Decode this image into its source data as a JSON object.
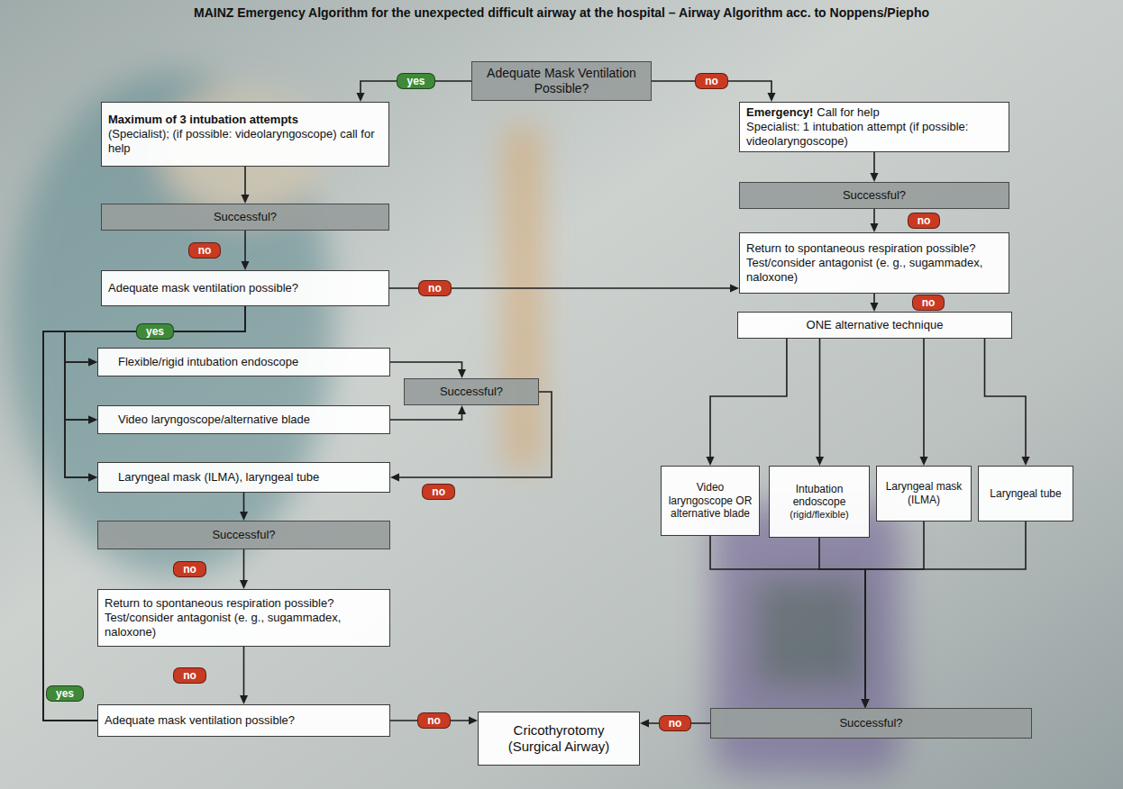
{
  "diagram": {
    "title": "MAINZ Emergency Algorithm for the unexpected difficult airway at the hospital – Airway Algorithm acc. to Noppens/Piepho",
    "nodes": [
      {
        "text": [
          "Adequate Mask Ventilation Possible?"
        ]
      },
      {
        "text": [
          "Maximum of 3 intubation attempts",
          "(Specialist); (if possible: videolaryngoscope) call for help"
        ]
      },
      {
        "text": [
          "Emergency!",
          "Call for help",
          "Specialist: 1 intubation attempt (if possible: videolaryngoscope)"
        ]
      },
      {
        "text": [
          "Successful?"
        ]
      },
      {
        "text": [
          "Successful?"
        ]
      },
      {
        "text": [
          "Adequate mask ventilation possible?"
        ]
      },
      {
        "text": [
          "Return to spontaneous respiration possible? Test/consider antagonist (e. g., sugammadex, naloxone)"
        ]
      },
      {
        "text": [
          "ONE alternative technique"
        ]
      },
      {
        "text": [
          "Flexible/rigid intubation endoscope"
        ]
      },
      {
        "text": [
          "Successful?"
        ]
      },
      {
        "text": [
          "Video laryngoscope/alternative blade"
        ]
      },
      {
        "text": [
          "Laryngeal mask (ILMA), laryngeal tube"
        ]
      },
      {
        "text": [
          "Video laryngoscope OR alternative blade"
        ]
      },
      {
        "text": [
          "Intubation endoscope",
          "(rigid/flexible)"
        ]
      },
      {
        "text": [
          "Laryngeal mask (ILMA)"
        ]
      },
      {
        "text": [
          "Laryngeal tube"
        ]
      },
      {
        "text": [
          "Successful?"
        ]
      },
      {
        "text": [
          "Return to spontaneous respiration possible? Test/consider antagonist (e. g., sugammadex, naloxone)"
        ]
      },
      {
        "text": [
          "Adequate mask ventilation possible?"
        ]
      },
      {
        "text": [
          "Cricothyrotomy (Surgical Airway)"
        ]
      },
      {
        "text": [
          "Successful?"
        ]
      }
    ],
    "edges": [
      {
        "from": 0,
        "to": 1,
        "arrow": "to",
        "label": "yes"
      },
      {
        "from": 0,
        "to": 2,
        "arrow": "to",
        "label": "no"
      },
      {
        "from": 1,
        "to": 3,
        "arrow": "to"
      },
      {
        "from": 2,
        "to": 4,
        "arrow": "to"
      },
      {
        "from": 3,
        "to": 5,
        "arrow": "to",
        "label": "no"
      },
      {
        "from": 4,
        "to": 6,
        "arrow": "to",
        "label": "no"
      },
      {
        "from": 5,
        "to": 6,
        "arrow": "to",
        "label": "no"
      },
      {
        "from": 5,
        "to": 8,
        "arrow": "to",
        "label": "yes"
      },
      {
        "from": 5,
        "to": 10,
        "arrow": "to"
      },
      {
        "from": 5,
        "to": 11,
        "arrow": "to"
      },
      {
        "from": 8,
        "to": 9,
        "arrow": "to"
      },
      {
        "from": 10,
        "to": 9,
        "arrow": "to"
      },
      {
        "from": 9,
        "to": 11,
        "arrow": "to",
        "label": "no"
      },
      {
        "from": 11,
        "to": 16,
        "arrow": "to"
      },
      {
        "from": 16,
        "to": 17,
        "arrow": "to",
        "label": "no"
      },
      {
        "from": 17,
        "to": 18,
        "arrow": "to",
        "label": "no"
      },
      {
        "from": 18,
        "to": 8,
        "arrow": "to",
        "label": "yes"
      },
      {
        "from": 18,
        "to": 10,
        "arrow": "to"
      },
      {
        "from": 18,
        "to": 11,
        "arrow": "to"
      },
      {
        "from": 18,
        "to": 19,
        "arrow": "to",
        "label": "no"
      },
      {
        "from": 6,
        "to": 7,
        "arrow": "to",
        "label": "no"
      },
      {
        "from": 7,
        "to": 12,
        "arrow": "to"
      },
      {
        "from": 7,
        "to": 13,
        "arrow": "to"
      },
      {
        "from": 7,
        "to": 14,
        "arrow": "to"
      },
      {
        "from": 7,
        "to": 15,
        "arrow": "to"
      },
      {
        "from": 12,
        "to": 20,
        "arrow": "to"
      },
      {
        "from": 13,
        "to": 20,
        "arrow": "to"
      },
      {
        "from": 14,
        "to": 20,
        "arrow": "to"
      },
      {
        "from": 15,
        "to": 20,
        "arrow": "to"
      },
      {
        "from": 20,
        "to": 19,
        "arrow": "to",
        "label": "no"
      }
    ]
  }
}
